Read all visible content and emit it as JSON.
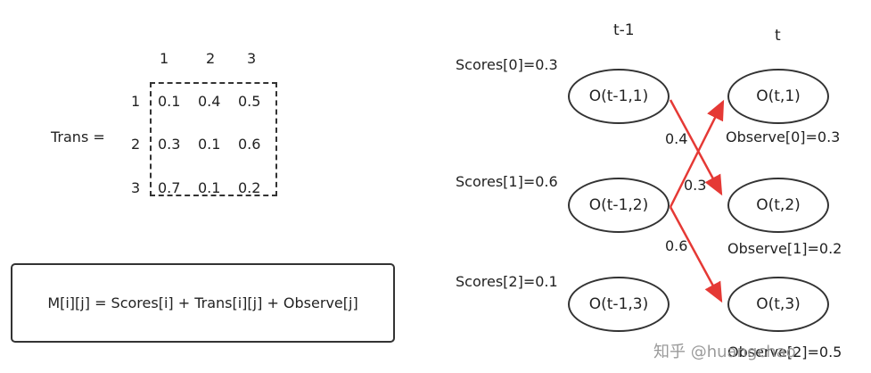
{
  "matrix": {
    "name": "Trans =",
    "col_headers": [
      "1",
      "2",
      "3"
    ],
    "row_headers": [
      "1",
      "2",
      "3"
    ],
    "rows": [
      [
        "0.1",
        "0.4",
        "0.5"
      ],
      [
        "0.3",
        "0.1",
        "0.6"
      ],
      [
        "0.7",
        "0.1",
        "0.2"
      ]
    ]
  },
  "formula": "M[i][j] = Scores[i] + Trans[i][j] + Observe[j]",
  "columns": {
    "left": "t-1",
    "right": "t"
  },
  "scores": [
    "Scores[0]=0.3",
    "Scores[1]=0.6",
    "Scores[2]=0.1"
  ],
  "left_nodes": [
    "O(t-1,1)",
    "O(t-1,2)",
    "O(t-1,3)"
  ],
  "right_nodes": [
    "O(t,1)",
    "O(t,2)",
    "O(t,3)"
  ],
  "observe": [
    "Observe[0]=0.3",
    "Observe[1]=0.2",
    "Observe[2]=0.5"
  ],
  "edge_labels": [
    "0.4",
    "0.3",
    "0.6"
  ],
  "edge_color": "#e53935",
  "watermark": "知乎 @huangchao"
}
